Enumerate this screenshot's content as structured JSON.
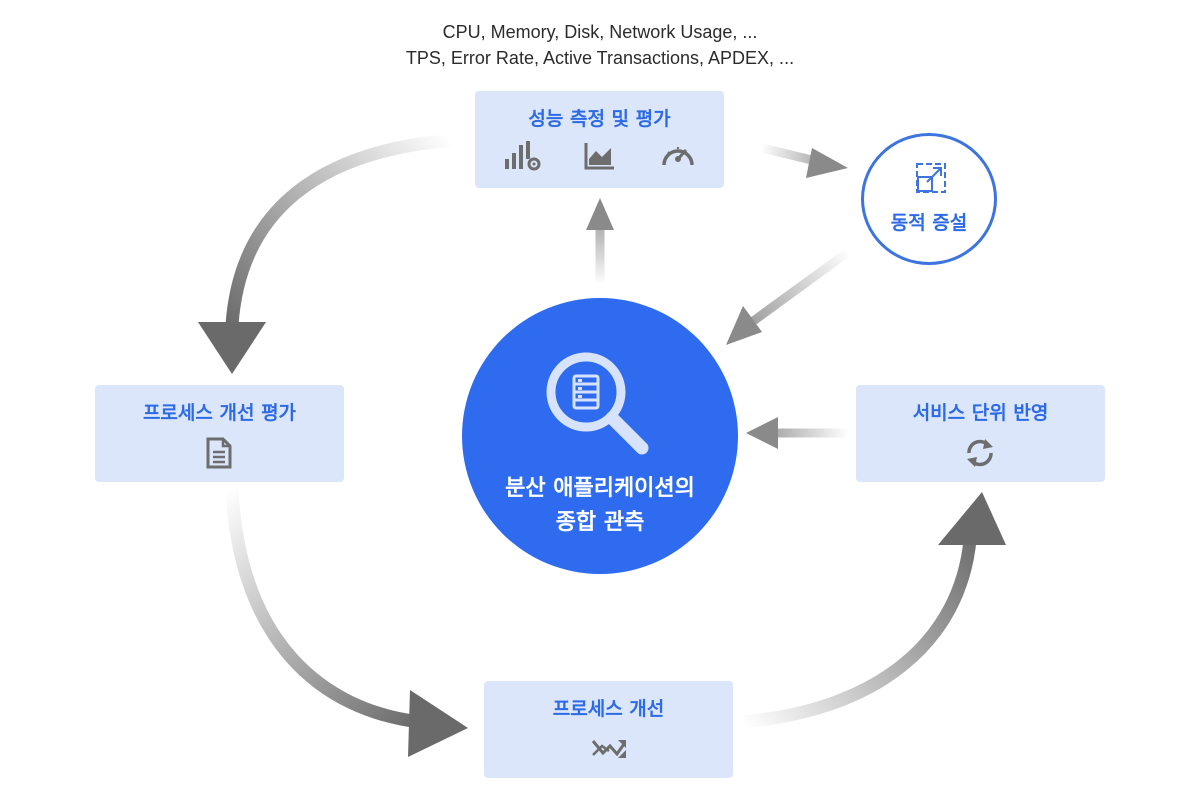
{
  "metrics_caption": {
    "line1": "CPU, Memory, Disk, Network Usage, ...",
    "line2": "TPS, Error Rate, Active Transactions, APDEX, ..."
  },
  "nodes": {
    "measure": {
      "label": "성능 측정 및 평가",
      "icons": [
        "bar-chart-gear-icon",
        "area-chart-icon",
        "speedometer-icon"
      ]
    },
    "scale": {
      "label": "동적 증설",
      "icon": "expand-box-icon"
    },
    "deploy": {
      "label": "서비스 단위 반영",
      "icon": "refresh-icon"
    },
    "improve": {
      "label": "프로세스 개선",
      "icon": "trend-shuffle-icon"
    },
    "evaluate": {
      "label": "프로세스 개선 평가",
      "icon": "document-icon"
    },
    "center": {
      "label_line1": "분산 애플리케이션의",
      "label_line2": "종합 관측",
      "icon": "search-database-icon"
    }
  },
  "colors": {
    "accent": "#2e6bee",
    "card_bg": "#dbe6fb",
    "arrow": "#6b6b6b"
  }
}
